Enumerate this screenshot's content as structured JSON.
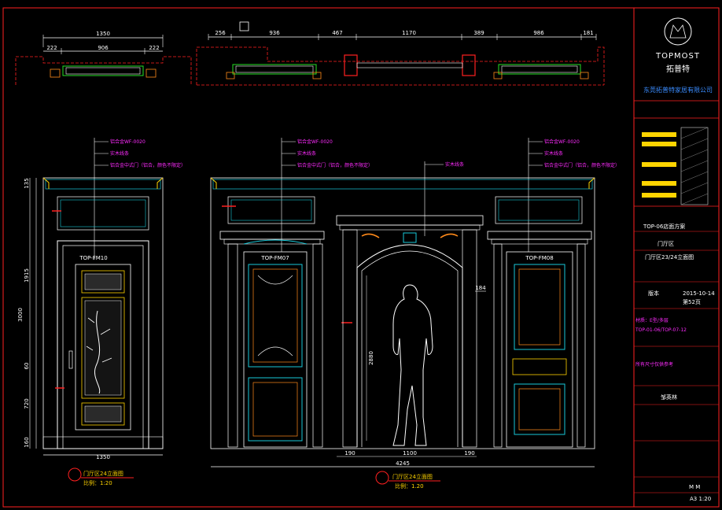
{
  "plan": {
    "left": {
      "overall": "1350",
      "segments": [
        "222",
        "906",
        "222"
      ]
    },
    "right": {
      "segments": [
        "256",
        "936",
        "467",
        "1170",
        "389",
        "986",
        "181"
      ]
    }
  },
  "elevation_left": {
    "callouts": [
      "铝合金WF-0020",
      "实木线条",
      "铝合金中式门（铝合，颜色不限定）"
    ],
    "door_tag": "TOP-FM10",
    "vertical_dims": [
      "135",
      "1915",
      "3000",
      "60",
      "720",
      "160"
    ],
    "width_dim": "1350",
    "title": "门厅区24立面图",
    "scale": "比例：1:20"
  },
  "elevation_right": {
    "callouts_left": [
      "铝合金WF-0020",
      "实木线条",
      "铝合金中式门（铝合，颜色不限定）"
    ],
    "callout_mid": "实木线条",
    "callouts_right": [
      "铝合金WF-0020",
      "实木线条",
      "铝合金中式门（铝合，颜色不限定）"
    ],
    "door_tags": [
      "TOP-FM07",
      "TOP-FM08"
    ],
    "arch_height": "2880",
    "side_dim": "184",
    "bottom_dims": [
      "190",
      "1100",
      "190"
    ],
    "overall": "4245",
    "title": "门厅区24立面图",
    "scale": "比例：1.20"
  },
  "title_block": {
    "brand": "TOPMOST",
    "brand_cn": "拓普特",
    "company": "东莞拓普特家居有限公司",
    "project": "TOP-06店面方案",
    "area": "门厅区",
    "drawing_name": "门厅区23/24立面图",
    "version_label": "版本",
    "date": "2015-10-14",
    "page": "第52页",
    "material_line1": "材质：E型/多层",
    "material_line2": "TOP-01-06/TOP-07-12",
    "note": "所有尺寸仅供参考",
    "designer": "邹英林",
    "paper": "A3  1:20",
    "mark": "M M"
  },
  "colors": {
    "frame": "#ff2020",
    "line": "#ffffff",
    "callout": "#ff2bff",
    "accent": "#ffd400",
    "cyan": "#18c8d8",
    "orange": "#ff8a1a",
    "green": "#24e024",
    "company": "#3a8cff"
  }
}
